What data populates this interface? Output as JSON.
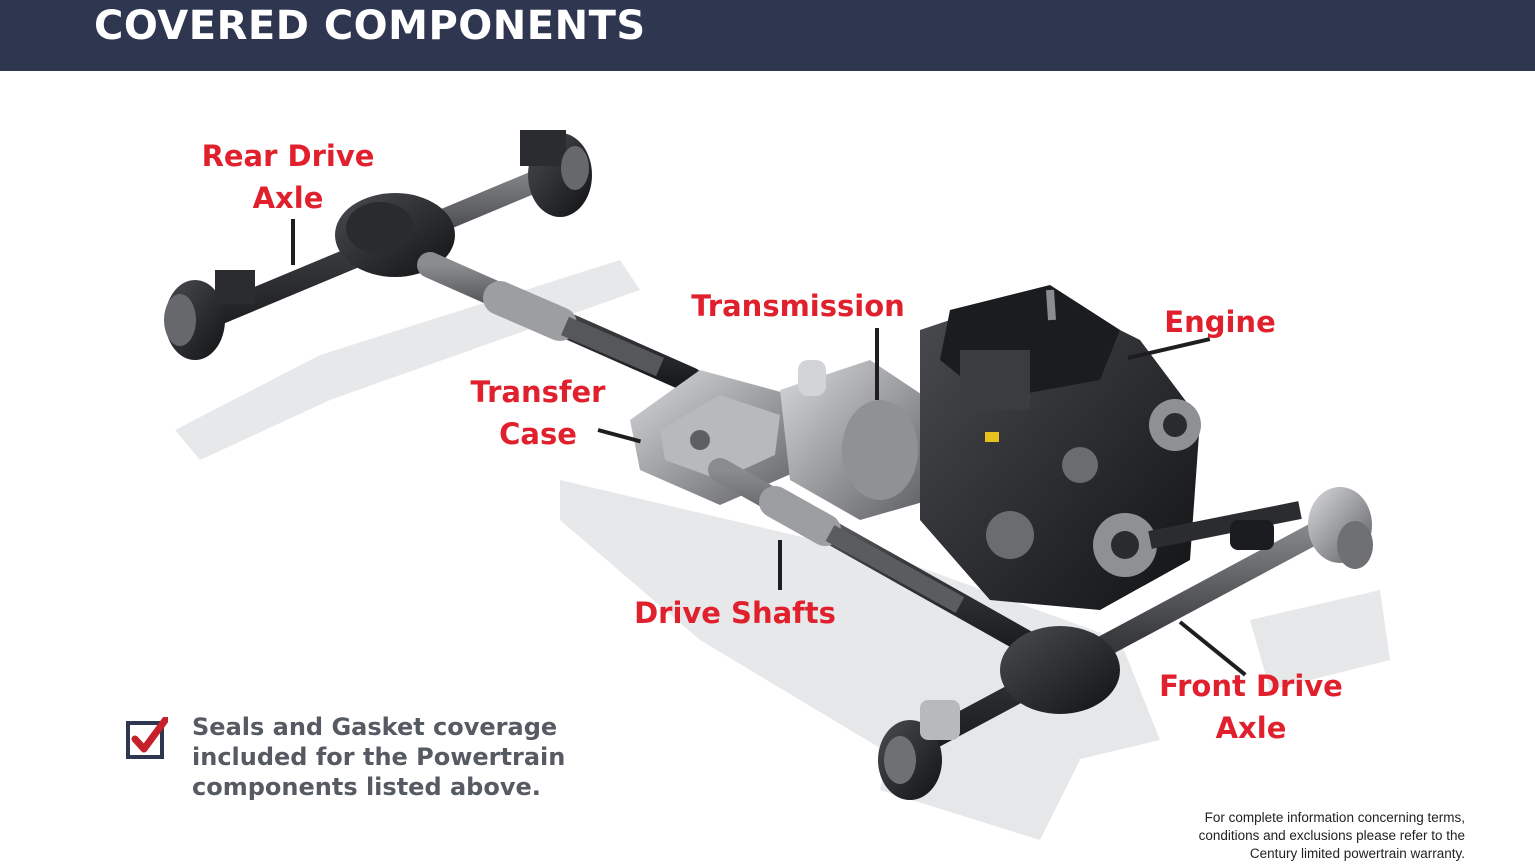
{
  "header": {
    "title": "COVERED COMPONENTS"
  },
  "callouts": {
    "rear_axle": [
      "Rear Drive",
      "Axle"
    ],
    "transmission": "Transmission",
    "engine": "Engine",
    "transfer_case": [
      "Transfer",
      "Case"
    ],
    "drive_shafts": "Drive Shafts",
    "front_axle": [
      "Front Drive",
      "Axle"
    ]
  },
  "note": {
    "lines": [
      "Seals and Gasket coverage",
      "included for the Powertrain",
      "components listed above."
    ]
  },
  "footnote": {
    "lines": [
      "For complete information concerning terms,",
      "conditions and exclusions please refer to the",
      "Century limited powertrain warranty."
    ]
  },
  "colors": {
    "header_bg": "#2e3650",
    "callout_red": "#e0202c",
    "checkmark_red": "#c6202b",
    "checkbox_navy": "#2e3650"
  }
}
